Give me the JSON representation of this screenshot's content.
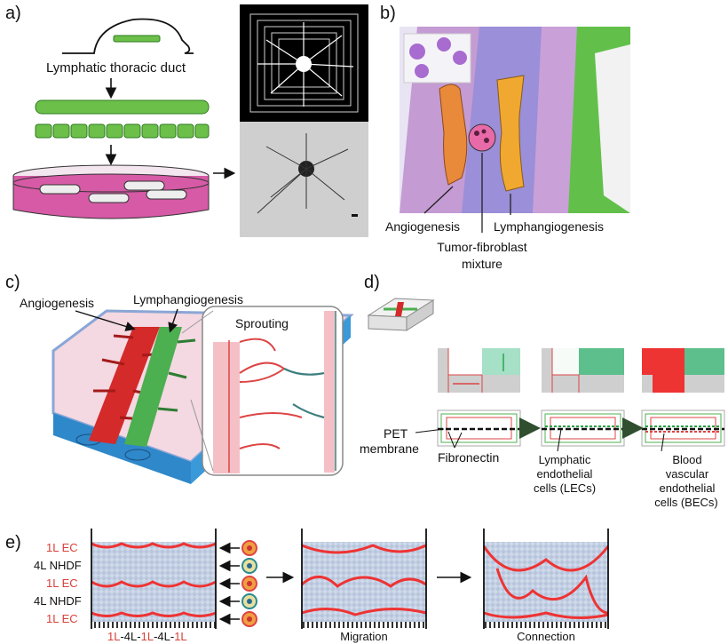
{
  "panels": {
    "a": {
      "letter": "a)",
      "duct_label": "Lymphatic thoracic duct"
    },
    "b": {
      "letter": "b)",
      "left_label": "Angiogenesis",
      "right_label": "Lymphangiogenesis",
      "center_label_line1": "Tumor-fibroblast",
      "center_label_line2": "mixture"
    },
    "c": {
      "letter": "c)",
      "left_label": "Angiogenesis",
      "right_label": "Lymphangiogenesis",
      "inset_label": "Sprouting"
    },
    "d": {
      "letter": "d)",
      "pet_line1": "PET",
      "pet_line2": "membrane",
      "fibronectin": "Fibronectin",
      "lec_line1": "Lymphatic",
      "lec_line2": "endothelial",
      "lec_line3": "cells (LECs)",
      "bec_line1": "Blood",
      "bec_line2": "vascular",
      "bec_line3": "endothelial",
      "bec_line4": "cells (BECs)"
    },
    "e": {
      "letter": "e)",
      "layers": [
        "1L EC",
        "4L NHDF",
        "1L EC",
        "4L NHDF",
        "1L EC"
      ],
      "formula": [
        "1L",
        "-4L-",
        "1L",
        "-4L-",
        "1L"
      ],
      "step2": "Migration",
      "step3": "Connection"
    }
  },
  "colors": {
    "green_vessel": "#6cc04a",
    "red_vessel": "#d42a2a",
    "pink_medium": "#d65aa6",
    "ec_red": "#d8413a",
    "arrow_dark_green": "#2f4f2f"
  }
}
